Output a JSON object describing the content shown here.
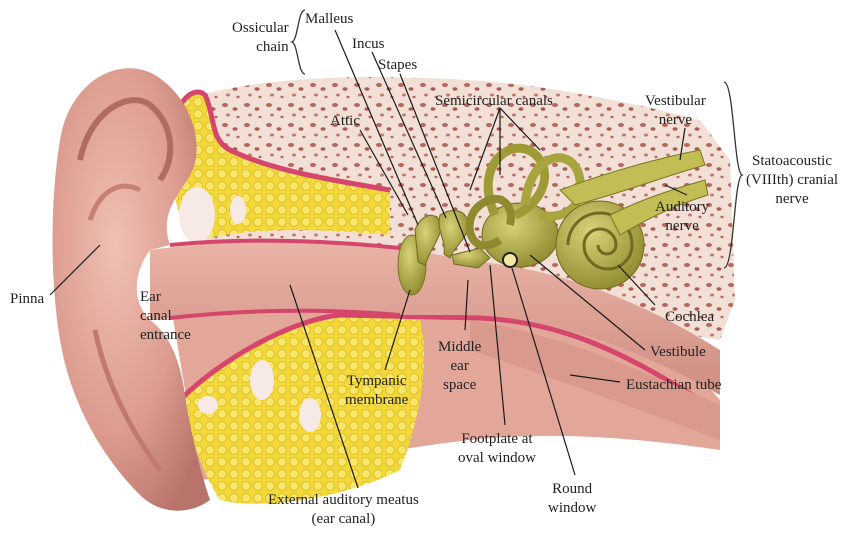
{
  "labels": {
    "ossicular_chain": [
      "Ossicular",
      "chain"
    ],
    "malleus": "Malleus",
    "incus": "Incus",
    "stapes": "Stapes",
    "semicircular_canals": "Semicircular canals",
    "attic": "Attic",
    "vestibular_nerve": [
      "Vestibular",
      "nerve"
    ],
    "statoacoustic": [
      "Statoacoustic",
      "(VIIIth) cranial",
      "nerve"
    ],
    "auditory_nerve": [
      "Auditory",
      "nerve"
    ],
    "pinna": "Pinna",
    "ear_canal_entrance": [
      "Ear",
      "canal",
      "entrance"
    ],
    "cochlea": "Cochlea",
    "middle_ear_space": [
      "Middle",
      "ear",
      "space"
    ],
    "vestibule": "Vestibule",
    "tympanic_membrane": [
      "Tympanic",
      "membrane"
    ],
    "eustachian_tube": "Eustachian tube",
    "footplate": [
      "Footplate at",
      "oval window"
    ],
    "round_window": [
      "Round",
      "window"
    ],
    "external_auditory_meatus": [
      "External auditory meatus",
      "(ear canal)"
    ]
  },
  "colors": {
    "skin": "#e0a094",
    "skin_dark": "#c17a70",
    "fat": "#f3da3a",
    "bone": "#f1ddd5",
    "bone_spot": "#b26a5f",
    "canal_lining": "#d6456b",
    "ossicle": "#a9a53e",
    "ossicle_dark": "#7a7622"
  }
}
